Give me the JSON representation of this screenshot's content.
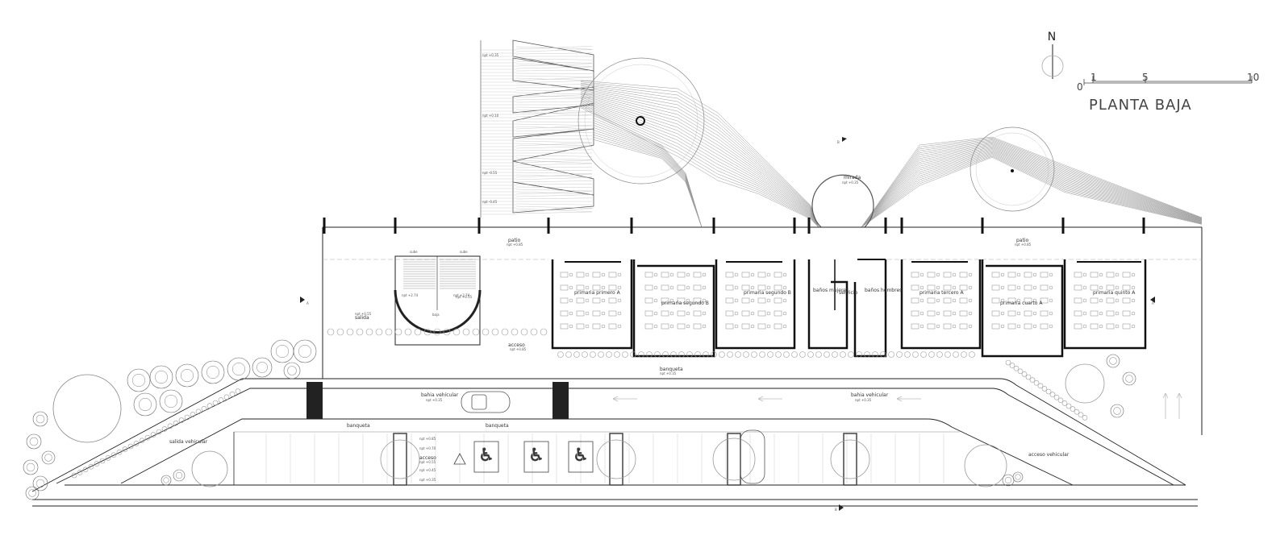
{
  "title": "PLANTA BAJA",
  "north_label": "N",
  "scale": [
    "0",
    "1",
    "5",
    "10"
  ],
  "section_marks": [
    "A",
    "A",
    "B",
    "B"
  ],
  "rooms": [
    {
      "id": "patio-left",
      "label": "patio",
      "level": "npt +0.85"
    },
    {
      "id": "patio-right",
      "label": "patio",
      "level": "npt +0.85"
    },
    {
      "id": "salon-1",
      "label": "primaria primero A"
    },
    {
      "id": "salon-2",
      "label": "primaria segundo B"
    },
    {
      "id": "salon-3",
      "label": "primaria segundo B"
    },
    {
      "id": "salon-4",
      "label": "primaria tercero A"
    },
    {
      "id": "salon-5",
      "label": "primaria cuarto A"
    },
    {
      "id": "salon-6",
      "label": "primaria quinto A"
    },
    {
      "id": "banos-mujeres",
      "label": "baños mujeres"
    },
    {
      "id": "servicio",
      "label": "servicio"
    },
    {
      "id": "banos-hombres",
      "label": "baños hombres"
    },
    {
      "id": "mirador",
      "label": "mirada",
      "level": "npt +0.35"
    }
  ],
  "stairs": {
    "up": "sube",
    "down": "baja",
    "up2": "sube"
  },
  "labels": {
    "salida": "salida",
    "salida_level": "npt +0.55",
    "acceso": "acceso",
    "acceso_level": "npt +0.85",
    "banqueta": "banqueta",
    "banqueta_level": "npt +0.35",
    "bahia_1": "bahia vehicular",
    "bahia_1_level": "npt +0.35",
    "bahia_2": "bahia vehicular",
    "bahia_2_level": "npt +0.35",
    "banqueta_low_1": "banqueta",
    "banqueta_low_2": "banqueta",
    "salida_vehicular": "salida vehicular",
    "acceso_vehicular": "acceso vehicular",
    "acceso_low": "acceso",
    "npt_274_l": "npt +2.74",
    "npt_274_r": "npt +2.74",
    "npt_055": "npt +0.55"
  },
  "ramp_levels": [
    "npt +0.35",
    "npt +0.10",
    "npt -0.55",
    "npt -0.45"
  ],
  "lower_levels": [
    "npt +0.85",
    "npt +0.70",
    "npt +0.55",
    "npt +0.45",
    "npt +0.35"
  ],
  "colors": {
    "line": "#222222",
    "light": "#9a9a9a",
    "hatch": "#c8c8c8"
  }
}
